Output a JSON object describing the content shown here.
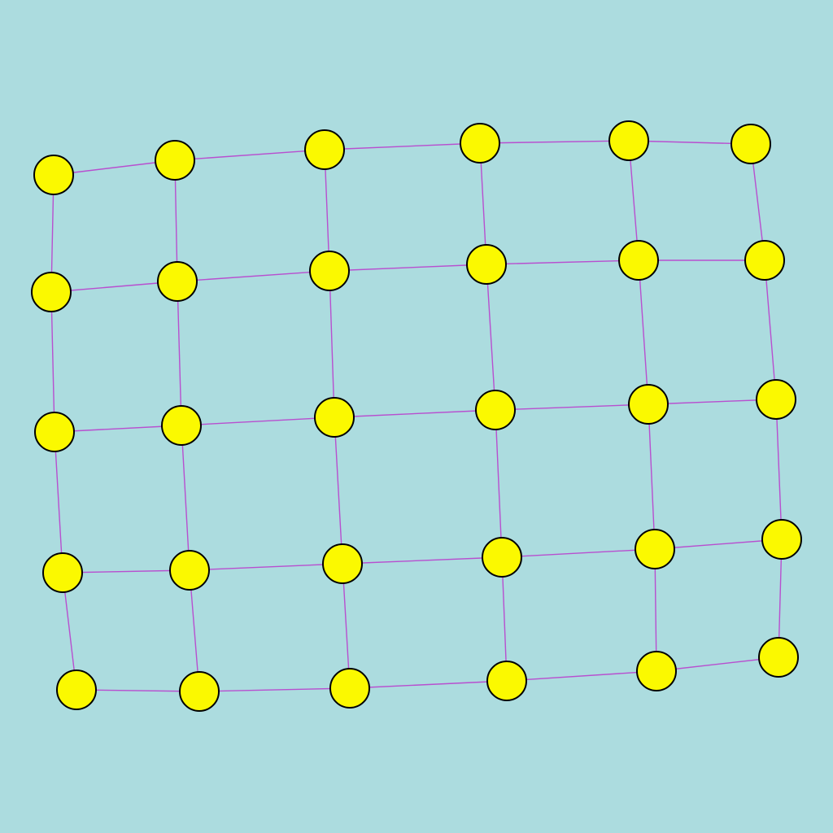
{
  "graph": {
    "type": "grid",
    "rows": 5,
    "cols": 6,
    "node_labels": [],
    "colors": {
      "background": "#acdcdf",
      "node_fill": "#fbf900",
      "node_stroke": "#000000",
      "edge": "#b84fcf"
    }
  }
}
